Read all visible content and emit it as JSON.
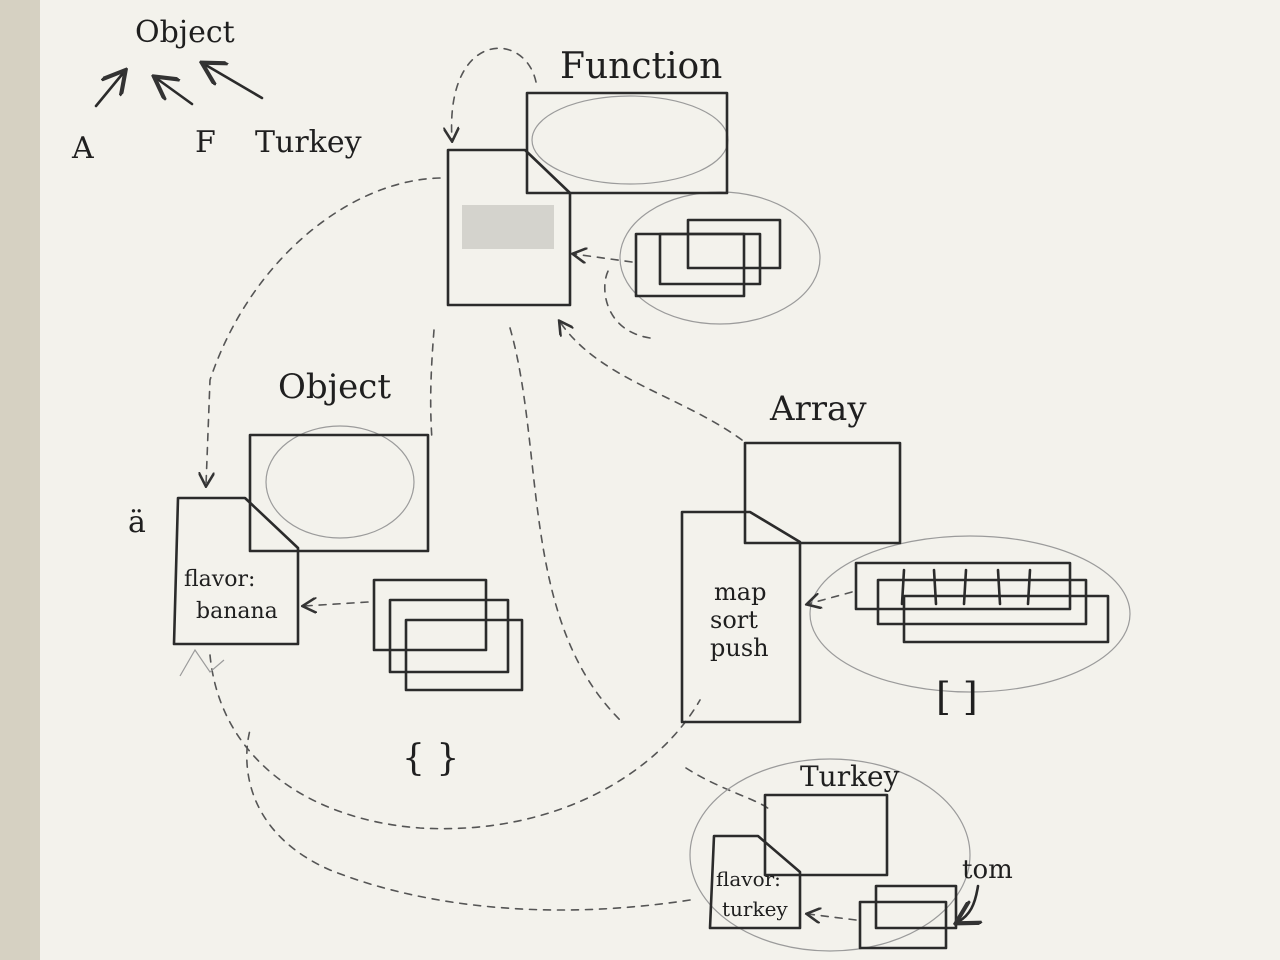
{
  "hierarchy": {
    "root": "Object",
    "children": [
      "A",
      "F",
      "Turkey"
    ]
  },
  "function_group": {
    "title": "Function"
  },
  "object_group": {
    "title": "Object",
    "prototype_text": [
      "flavor:",
      "banana"
    ],
    "literal": "{ }",
    "face": "ä"
  },
  "array_group": {
    "title": "Array",
    "methods": [
      "map",
      "sort",
      "push"
    ],
    "literal": "[ ]"
  },
  "turkey_group": {
    "title": "Turkey",
    "prototype_text": [
      "flavor:",
      "turkey"
    ],
    "instance_label": "tom"
  },
  "colors": {
    "paper": "#f3f2ec",
    "ink": "#2b2b2b",
    "pencil": "#9b9b9b"
  }
}
